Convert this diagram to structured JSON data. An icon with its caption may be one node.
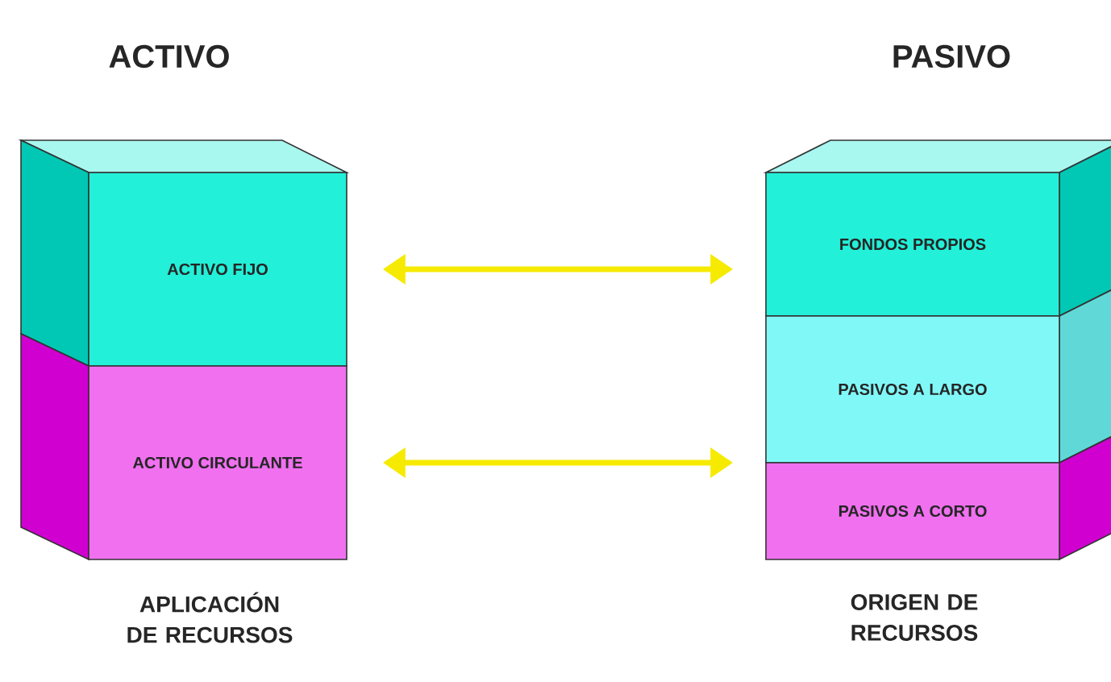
{
  "diagram": {
    "nodes": [
      {
        "text": [
          "ACTIVO FIJO"
        ]
      },
      {
        "text": [
          "ACTIVO CIRCULANTE"
        ]
      },
      {
        "text": [
          "FONDOS PROPIOS"
        ]
      },
      {
        "text": [
          "PASIVOS A LARGO"
        ]
      },
      {
        "text": [
          "PASIVOS A CORTO"
        ]
      }
    ],
    "edges": [
      {
        "from": 0,
        "to": 2,
        "arrow": "both"
      },
      {
        "from": 1,
        "to": 4,
        "arrow": "both"
      }
    ],
    "labels": [
      "ACTIVO",
      "PASIVO",
      "APLICACIÓN DE RECURSOS",
      "ORIGEN DE RECURSOS"
    ]
  }
}
